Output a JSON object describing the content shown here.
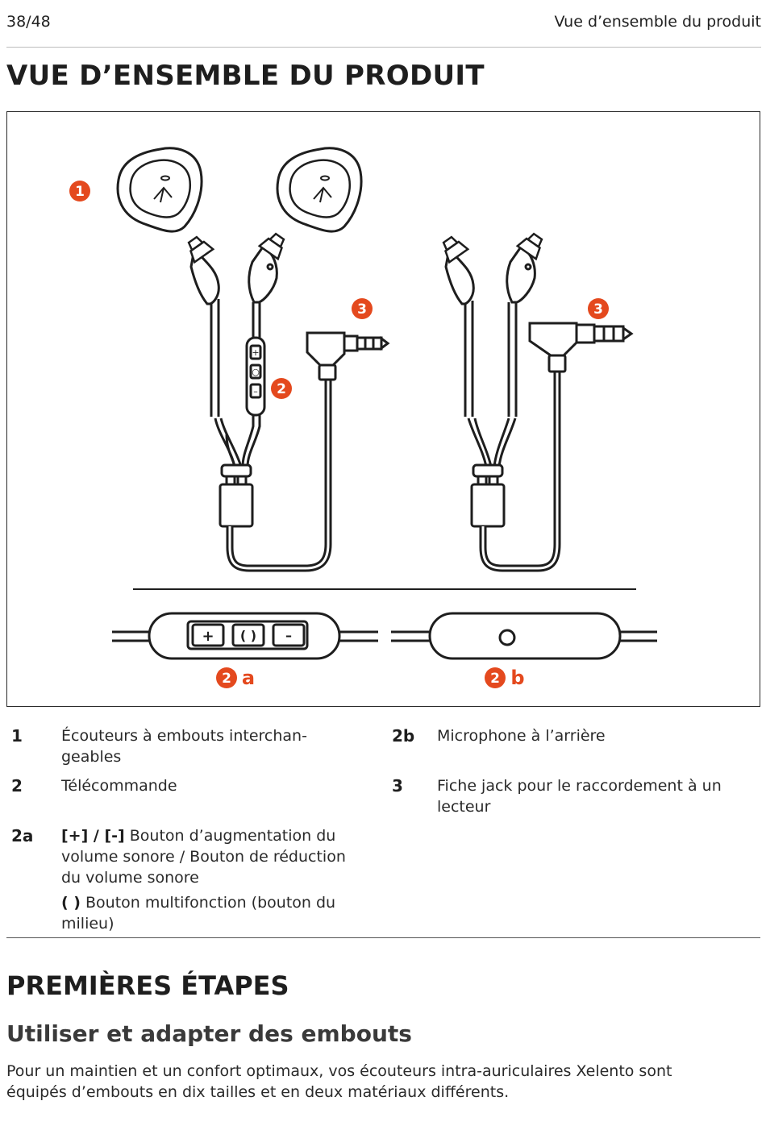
{
  "header": {
    "page_number": "38/48",
    "running_title": "Vue d’ensemble du produit"
  },
  "section_title": "VUE D’ENSEMBLE DU PRODUIT",
  "figure": {
    "callouts": {
      "c1": "1",
      "c2": "2",
      "c3": "3",
      "c2a": "2",
      "c2a_letter": "a",
      "c2b": "2",
      "c2b_letter": "b"
    },
    "remote_buttons": {
      "plus": "+",
      "middle": "( )",
      "minus": "–"
    },
    "accent_color": "#e4491e"
  },
  "legend": [
    {
      "num": "1",
      "text": "Écouteurs à embouts interchan-",
      "text2": "geables"
    },
    {
      "num": "2",
      "text": "Télécommande"
    },
    {
      "num": "2a",
      "bold1": "[+] / [-]",
      "text": " Bouton d’augmentation du",
      "text2": "volume sonore / Bouton de réduction",
      "text3": "du volume sonore",
      "bold2": "( )",
      "text4": " Bouton multifonction (bouton du",
      "text5": "milieu)"
    },
    {
      "num": "2b",
      "text": "Microphone à l’arrière"
    },
    {
      "num": "3",
      "text": "Fiche jack pour le raccordement à un",
      "text2": "lecteur"
    }
  ],
  "section2_title": "PREMIÈRES ÉTAPES",
  "subsection_title": "Utiliser et adapter des embouts",
  "paragraph": {
    "line1": "Pour un maintien et un confort optimaux, vos écouteurs intra-auriculaires Xelento sont",
    "line2": "équipés d’embouts en dix tailles et en deux matériaux différents."
  }
}
